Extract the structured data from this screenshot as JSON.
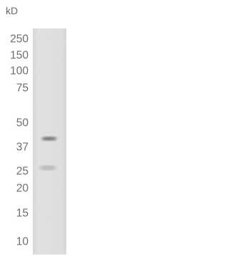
{
  "blot": {
    "unit": "kD",
    "markers": [
      "250",
      "150",
      "100",
      "75",
      "50",
      "37",
      "25",
      "20",
      "15",
      "10"
    ],
    "colors": {
      "lane": "#e2e2e2",
      "lane_edge": "#d6d6d6",
      "band": "#8c8c8c",
      "band_faint": "#b4b4b4",
      "text": "#6e6e6e"
    }
  }
}
